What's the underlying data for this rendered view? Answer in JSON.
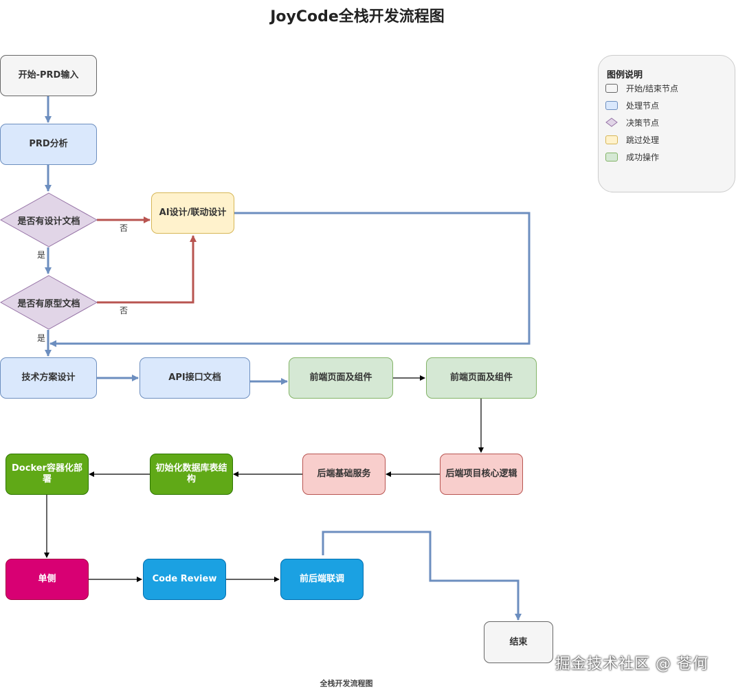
{
  "title": "JoyCode全栈开发流程图",
  "caption": "全栈开发流程图",
  "watermark": "掘金技术社区 @ 苍何",
  "nodes": {
    "start": "开始-PRD输入",
    "prd_analysis": "PRD分析",
    "has_design_doc": "是否有设计文档",
    "ai_design": "AI设计/联动设计",
    "has_prototype_doc": "是否有原型文档",
    "tech_design": "技术方案设计",
    "api_doc": "API接口文档",
    "frontend_1": "前端页面及组件",
    "frontend_2": "前端页面及组件",
    "backend_core": "后端项目核心逻辑",
    "backend_base": "后端基础服务",
    "db_init": "初始化数据库表结构",
    "docker": "Docker容器化部署",
    "unit_test": "单侧",
    "code_review": "Code Review",
    "integration": "前后端联调",
    "end": "结束"
  },
  "edge_labels": {
    "design_no": "否",
    "design_yes": "是",
    "prototype_no": "否",
    "prototype_yes": "是"
  },
  "legend": {
    "title": "图例说明",
    "items": [
      {
        "label": "开始/结束节点",
        "shape": "rect",
        "fill": "#f5f5f5",
        "stroke": "#666666"
      },
      {
        "label": "处理节点",
        "shape": "rect",
        "fill": "#dae8fc",
        "stroke": "#6c8ebf"
      },
      {
        "label": "决策节点",
        "shape": "diamond",
        "fill": "#e1d5e7",
        "stroke": "#9673a6"
      },
      {
        "label": "跳过处理",
        "shape": "rect",
        "fill": "#fff2cc",
        "stroke": "#d6b656"
      },
      {
        "label": "成功操作",
        "shape": "rect",
        "fill": "#d5e8d4",
        "stroke": "#82b366"
      }
    ]
  },
  "colors": {
    "flow_blue": "#6c8ebf",
    "flow_red": "#b85450",
    "flow_black": "#000000",
    "decision_fill": "#e1d5e7",
    "decision_stroke": "#9673a6"
  }
}
